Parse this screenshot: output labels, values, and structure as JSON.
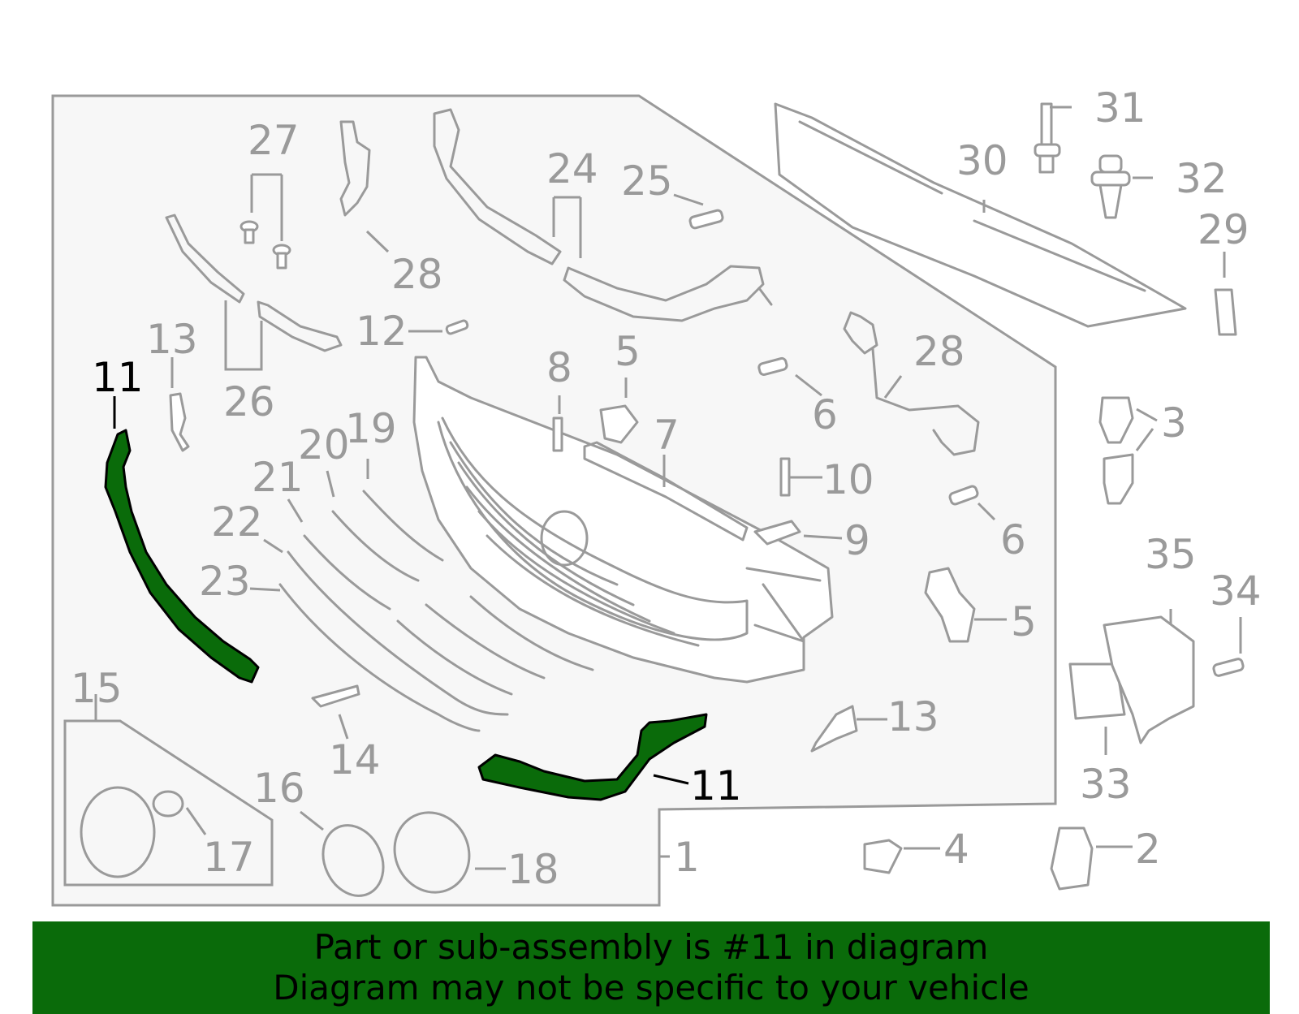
{
  "callouts": {
    "c1": "1",
    "c2": "2",
    "c3": "3",
    "c4": "4",
    "c5a": "5",
    "c5b": "5",
    "c6a": "6",
    "c6b": "6",
    "c7": "7",
    "c8": "8",
    "c9": "9",
    "c10": "10",
    "c11a": "11",
    "c11b": "11",
    "c12": "12",
    "c13a": "13",
    "c13b": "13",
    "c14": "14",
    "c15": "15",
    "c16": "16",
    "c17": "17",
    "c18": "18",
    "c19": "19",
    "c20": "20",
    "c21": "21",
    "c22": "22",
    "c23": "23",
    "c24": "24",
    "c25": "25",
    "c26": "26",
    "c27": "27",
    "c28a": "28",
    "c28b": "28",
    "c29": "29",
    "c30": "30",
    "c31": "31",
    "c32": "32",
    "c33": "33",
    "c34": "34",
    "c35": "35"
  },
  "banner": {
    "line1": "Part or sub-assembly is #11 in diagram",
    "line2": "Diagram may not be specific to your vehicle"
  },
  "colors": {
    "highlight": "#0a6b0a",
    "outline": "#9a9a9a",
    "panel": "#f7f7f7"
  }
}
